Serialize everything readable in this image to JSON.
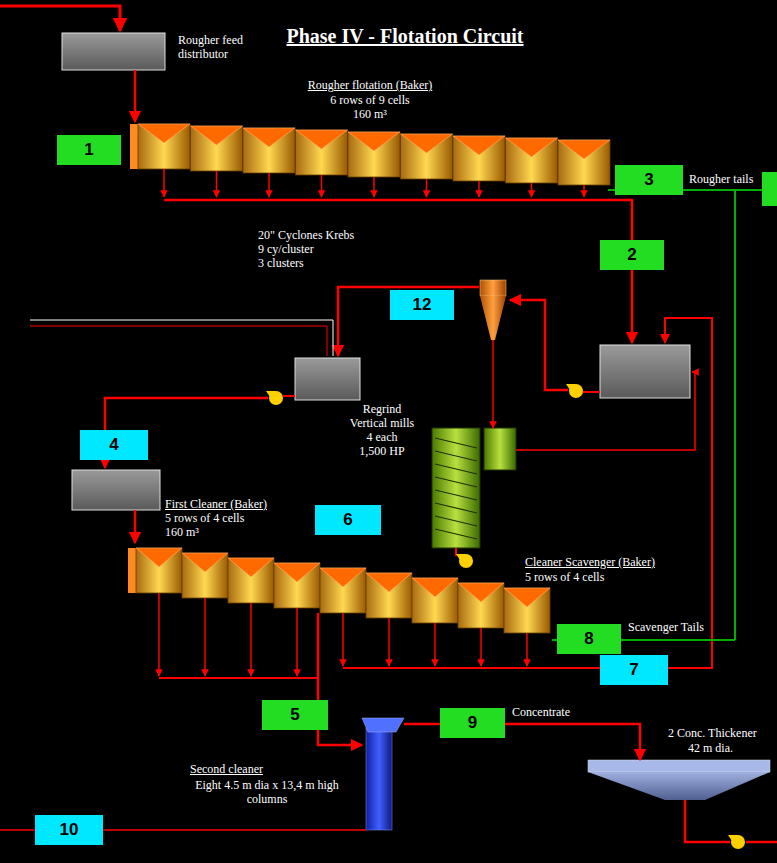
{
  "diagram": {
    "title": "Phase IV - Flotation Circuit",
    "nodes": [
      {
        "text": [
          "Rougher feed distributor"
        ]
      },
      {
        "text": [
          "Rougher flotation (Baker)",
          "6 rows of 9 cells",
          "160 m³"
        ]
      },
      {
        "text": [
          "20\" Cyclones Krebs",
          "9 cy/cluster",
          "3 clusters"
        ]
      },
      {
        "text": [
          "Regrind",
          "Vertical mills",
          "4 each",
          "1,500 HP"
        ]
      },
      {
        "text": [
          "First Cleaner (Baker)",
          "5 rows of 4 cells",
          "160 m³"
        ]
      },
      {
        "text": [
          "Cleaner Scavenger (Baker)",
          "5 rows of 4 cells"
        ]
      },
      {
        "text": [
          "Second cleaner",
          "Eight 4.5 m dia x 13,4 m high columns"
        ]
      },
      {
        "text": [
          "2 Conc. Thickener",
          "42 m dia."
        ]
      }
    ],
    "edges": [
      {
        "from": 0,
        "to": 1,
        "arrow": "to"
      },
      {
        "from": 2,
        "to": 3,
        "arrow": "to"
      },
      {
        "from": 4,
        "to": 6,
        "arrow": "to"
      },
      {
        "from": 6,
        "to": 7,
        "label": "Concentrate",
        "arrow": "to"
      }
    ],
    "labels": [
      "1",
      "2",
      "3",
      "Rougher tails",
      "12",
      "4",
      "6",
      "8",
      "Scavenger Tails",
      "7",
      "5",
      "9",
      "10"
    ]
  }
}
